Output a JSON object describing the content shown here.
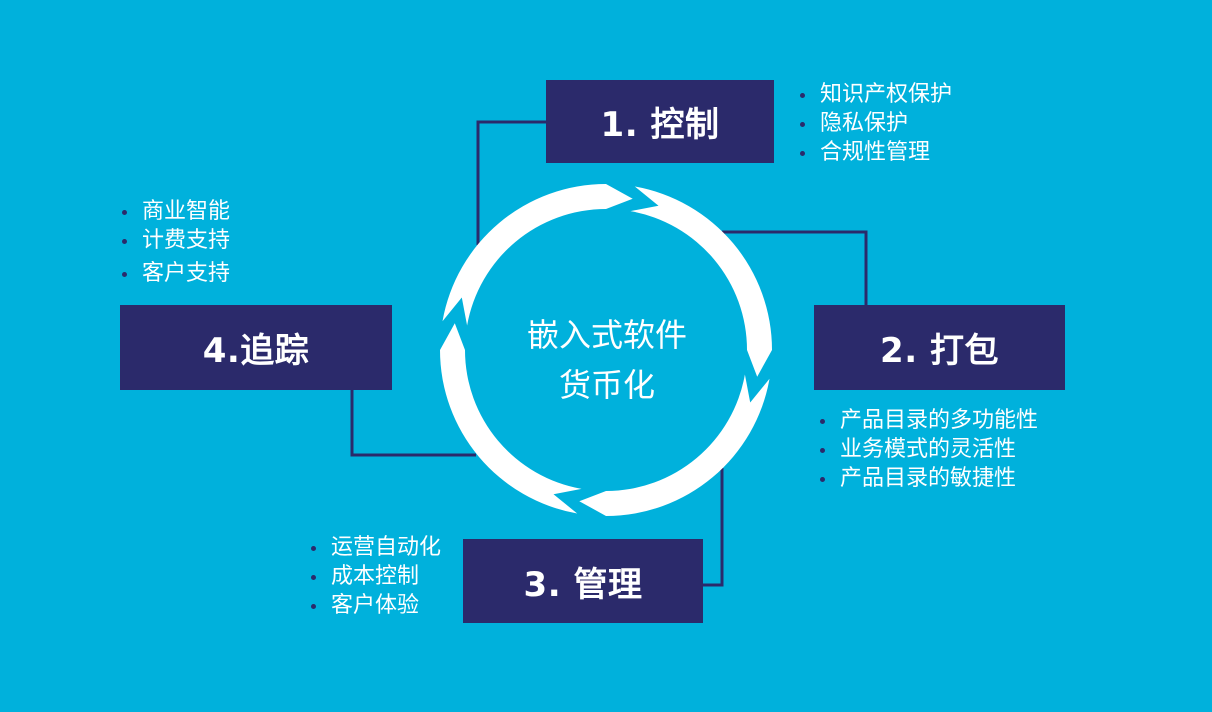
{
  "center": {
    "line1": "嵌入式软件",
    "line2": "货币化"
  },
  "stages": [
    {
      "label": "1. 控制",
      "bullets": [
        "知识产权保护",
        "隐私保护",
        "合规性管理"
      ]
    },
    {
      "label": "2. 打包",
      "bullets": [
        "产品目录的多功能性",
        "业务模式的灵活性",
        "产品目录的敏捷性"
      ]
    },
    {
      "label": "3. 管理",
      "bullets": [
        "运营自动化",
        "成本控制",
        "客户体验"
      ]
    },
    {
      "label": "4.追踪",
      "bullets": [
        "商业智能",
        "计费支持",
        "客户支持"
      ]
    }
  ],
  "colors": {
    "background": "#00B1DC",
    "box": "#2B2A6B",
    "cycle": "#FFFFFF",
    "connector": "#2B2A6B"
  }
}
